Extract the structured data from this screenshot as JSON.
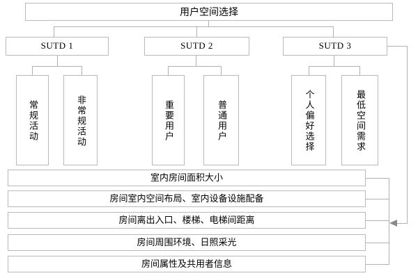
{
  "diagram": {
    "title": "用户空间选择",
    "root": {
      "label": "用户空间选择"
    },
    "level2": [
      {
        "label": "SUTD 1"
      },
      {
        "label": "SUTD 2"
      },
      {
        "label": "SUTD 3"
      }
    ],
    "level3": [
      {
        "label": "常规活动",
        "parent": "SUTD 1"
      },
      {
        "label": "非常规活动",
        "parent": "SUTD 1"
      },
      {
        "label": "重要用户",
        "parent": "SUTD 2"
      },
      {
        "label": "普通用户",
        "parent": "SUTD 2"
      },
      {
        "label": "个人偏好选择",
        "parent": "SUTD 3"
      },
      {
        "label": "最低空间需求",
        "parent": "SUTD 3"
      }
    ],
    "criteria": [
      {
        "label": "室内房间面积大小"
      },
      {
        "label": "房间室内空间布局、室内设备设施配备"
      },
      {
        "label": "房间离出入口、楼梯、电梯间距离"
      },
      {
        "label": "房间周围环境、日照采光"
      },
      {
        "label": "房间属性及共用者信息"
      }
    ],
    "colors": {
      "box_border": "#b9b9b9",
      "connector": "#b0b0b0",
      "arrow": "#8a8a8a",
      "background": "#ffffff",
      "text": "#000000"
    }
  }
}
